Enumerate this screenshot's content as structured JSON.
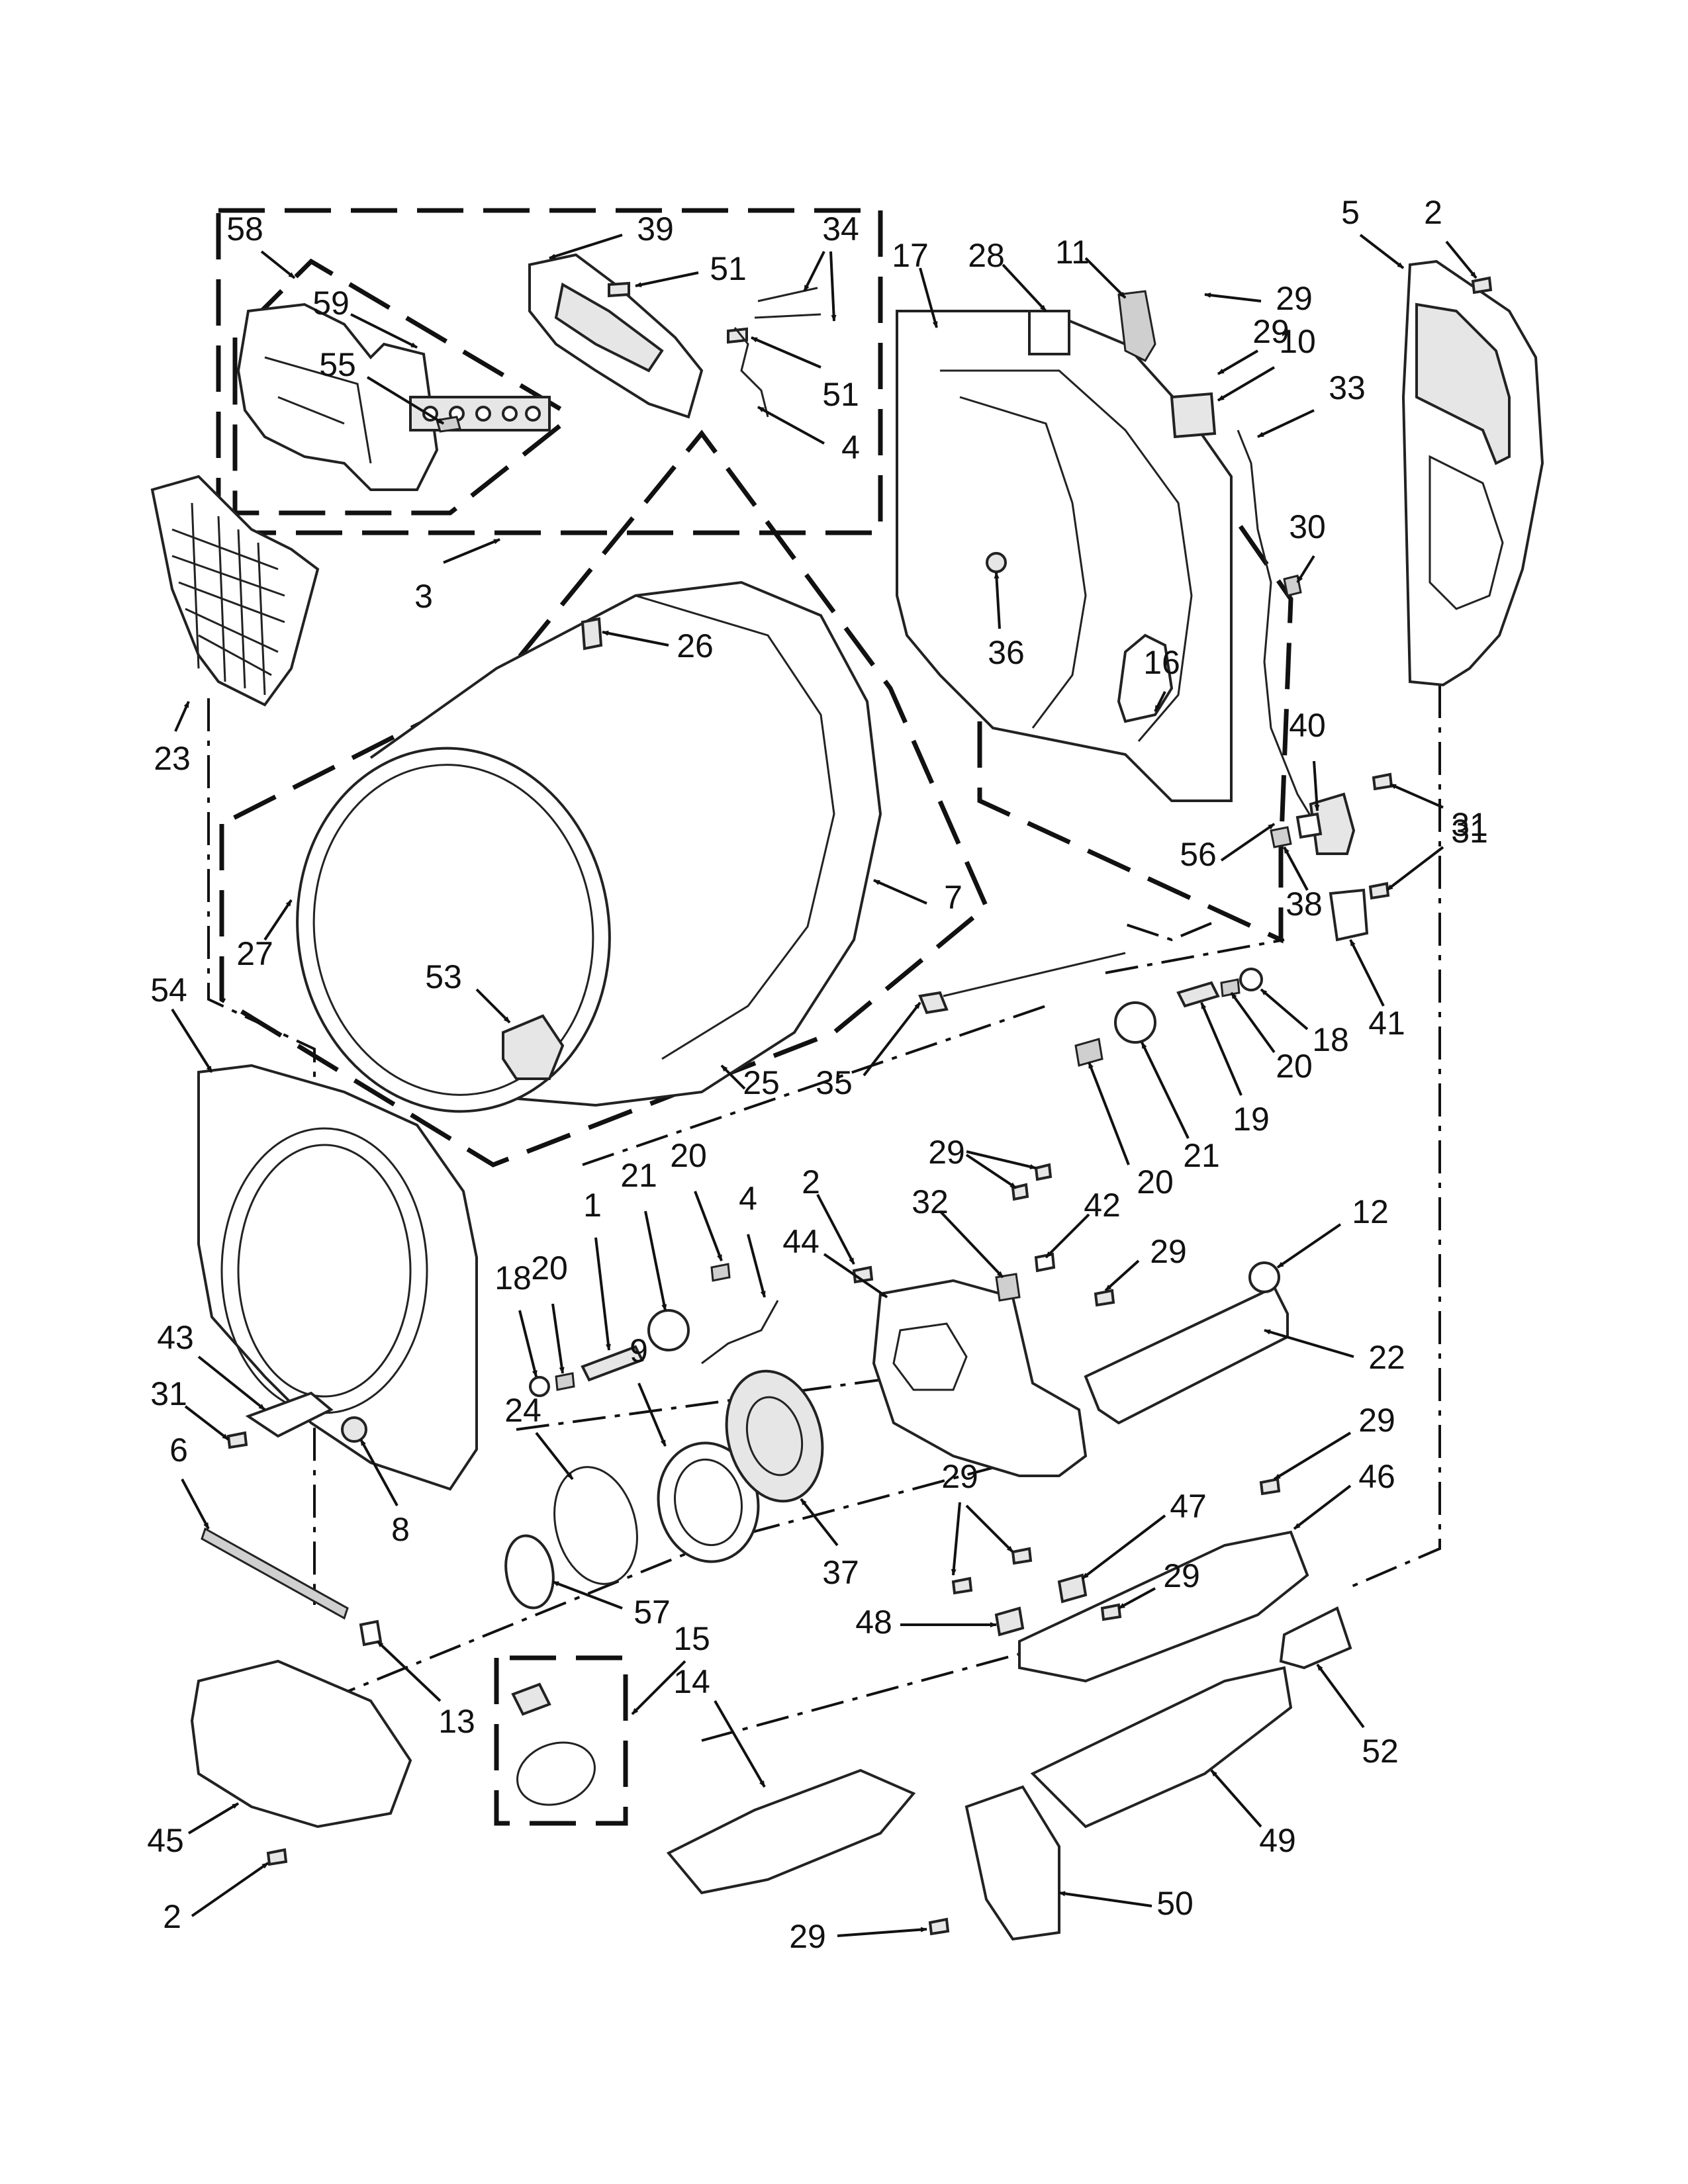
{
  "diagram": {
    "labels": {
      "l_58": "58",
      "l_59": "59",
      "l_55": "55",
      "l_39": "39",
      "l_51a": "51",
      "l_34": "34",
      "l_51b": "51",
      "l_4a": "4",
      "l_3": "3",
      "l_17": "17",
      "l_28": "28",
      "l_11": "11",
      "l_29a": "29",
      "l_29b": "29",
      "l_10": "10",
      "l_33": "33",
      "l_5": "5",
      "l_2a": "2",
      "l_30": "30",
      "l_36": "36",
      "l_16": "16",
      "l_40": "40",
      "l_31a": "31",
      "l_31b": "31",
      "l_56": "56",
      "l_38": "38",
      "l_41": "41",
      "l_23": "23",
      "l_26": "26",
      "l_7": "7",
      "l_27": "27",
      "l_54": "54",
      "l_53": "53",
      "l_25": "25",
      "l_35": "35",
      "l_18a": "18",
      "l_20a": "20",
      "l_19": "19",
      "l_21a": "21",
      "l_20b": "20",
      "l_29c": "29",
      "l_32": "32",
      "l_42": "42",
      "l_2b": "2",
      "l_44": "44",
      "l_29d": "29",
      "l_12": "12",
      "l_22": "22",
      "l_18b": "18",
      "l_20c": "20",
      "l_1": "1",
      "l_21b": "21",
      "l_20d": "20",
      "l_4b": "4",
      "l_9": "9",
      "l_43": "43",
      "l_31c": "31",
      "l_6": "6",
      "l_8": "8",
      "l_24": "24",
      "l_37": "37",
      "l_29e": "29",
      "l_46": "46",
      "l_29f": "29",
      "l_47": "47",
      "l_29g": "29",
      "l_48": "48",
      "l_57": "57",
      "l_13": "13",
      "l_15": "15",
      "l_14": "14",
      "l_52": "52",
      "l_49": "49",
      "l_45": "45",
      "l_2c": "2",
      "l_29h": "29",
      "l_50": "50"
    }
  }
}
